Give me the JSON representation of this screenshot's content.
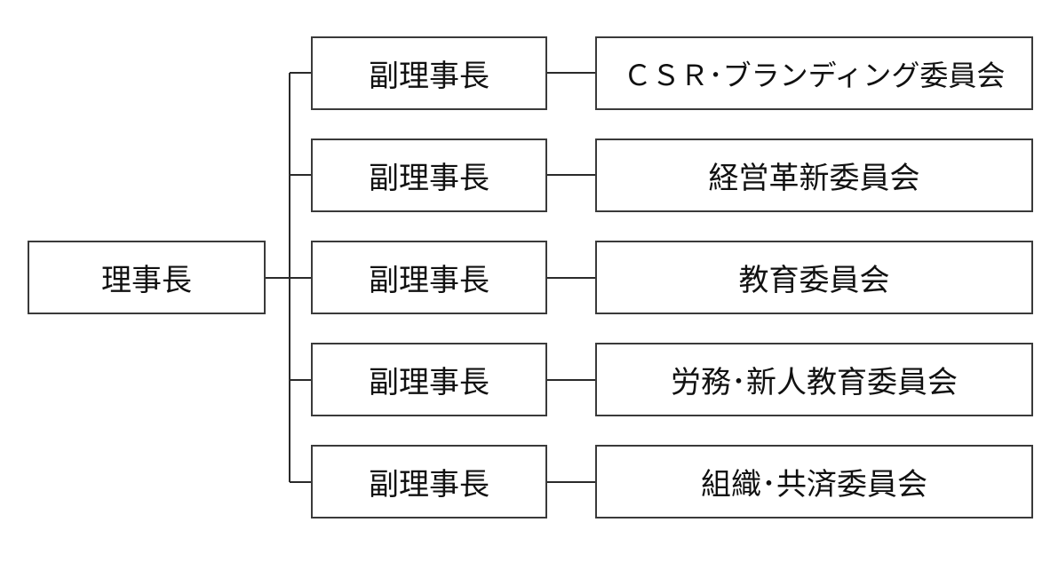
{
  "diagram": {
    "root": {
      "label": "理事長"
    },
    "branches": [
      {
        "vice_label": "副理事長",
        "committee_label": "ＣＳＲ･ブランディング委員会"
      },
      {
        "vice_label": "副理事長",
        "committee_label": "経営革新委員会"
      },
      {
        "vice_label": "副理事長",
        "committee_label": "教育委員会"
      },
      {
        "vice_label": "副理事長",
        "committee_label": "労務･新人教育委員会"
      },
      {
        "vice_label": "副理事長",
        "committee_label": "組織･共済委員会"
      }
    ]
  },
  "colors": {
    "line": "#2a2a2a",
    "border": "#3a3a3a",
    "text": "#111111",
    "background": "#ffffff"
  }
}
